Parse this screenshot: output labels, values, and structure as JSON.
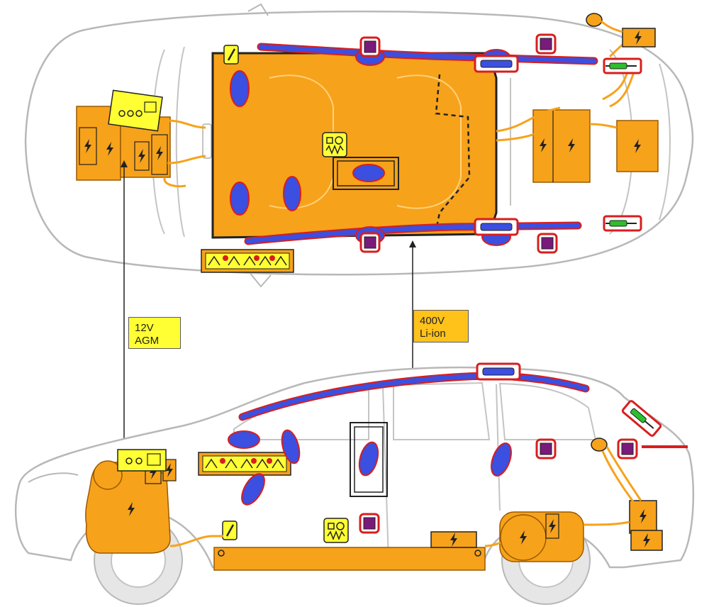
{
  "labels": {
    "battery_12v": {
      "line1": "12V",
      "line2": "AGM"
    },
    "battery_hv": {
      "line1": "400V",
      "line2": "Li-ion"
    }
  },
  "colors": {
    "hv_orange": "#f7a21b",
    "hv_orange_dark": "#e08a00",
    "airbag_blue": "#3b4fe0",
    "airbag_border": "#c8102e",
    "sensor_purple": "#7a1a7a",
    "strut_green": "#2bbf2b",
    "label_12v_bg": "#ffff33",
    "label_400v_bg": "#ffc21a",
    "car_outline": "#b8b8b8",
    "cable_orange": "#f7a21b"
  },
  "icons": [
    "high-voltage-bolt-icon",
    "12v-battery-icon",
    "airbag-icon",
    "airbag-control-unit-icon",
    "seatbelt-pretensioner-icon",
    "gas-strut-icon",
    "pyrotechnic-disconnect-icon",
    "fuse-icon",
    "airbag-sensor-icon",
    "roof-airbag-tube-icon"
  ]
}
